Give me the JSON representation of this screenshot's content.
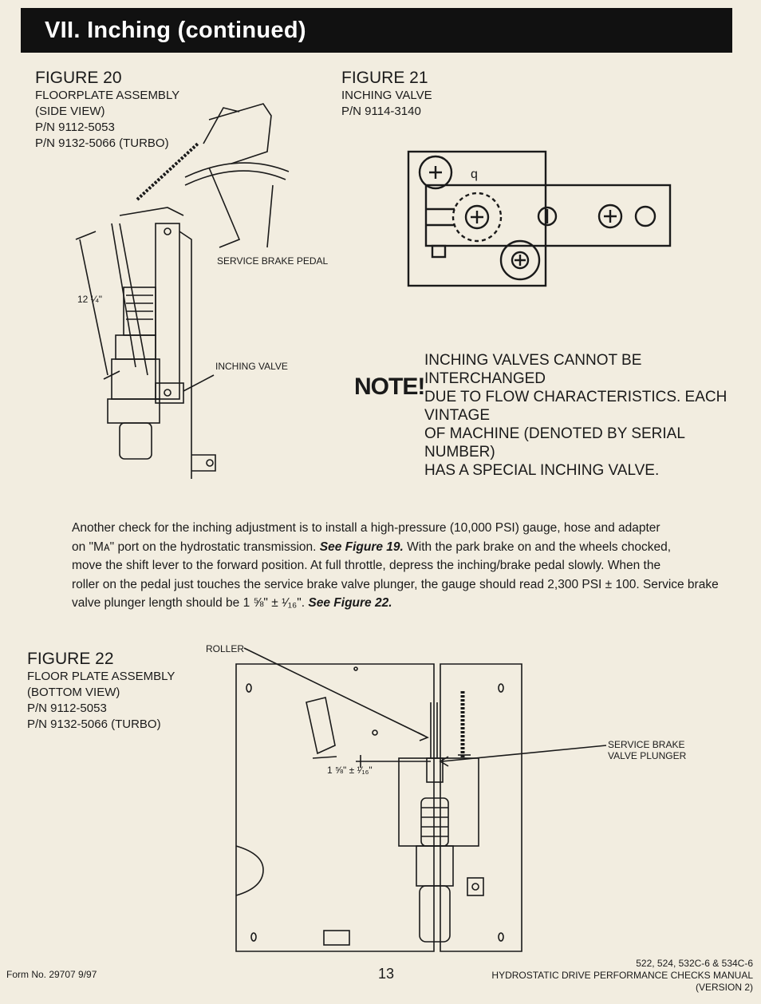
{
  "header": {
    "title": "VII. Inching (continued)"
  },
  "figure20": {
    "title": "FIGURE 20",
    "lines": [
      "FLOORPLATE ASSEMBLY",
      "(SIDE VIEW)",
      "P/N 9112-5053",
      "P/N 9132-5066 (TURBO)"
    ],
    "labels": {
      "pedal": "SERVICE BRAKE PEDAL",
      "valve": "INCHING VALVE",
      "dimension": "12 ¼\""
    }
  },
  "figure21": {
    "title": "FIGURE 21",
    "lines": [
      "INCHING VALVE",
      "P/N 9114-3140"
    ],
    "labels": {
      "q": "q"
    }
  },
  "note": {
    "label": "NOTE!",
    "lines": [
      "INCHING VALVES CANNOT BE INTERCHANGED",
      "DUE TO FLOW CHARACTERISTICS. EACH VINTAGE",
      "OF MACHINE (DENOTED BY SERIAL NUMBER)",
      "HAS A SPECIAL INCHING VALVE."
    ]
  },
  "paragraph": {
    "l1": "Another check for the inching adjustment is to install a high-pressure (10,000 PSI) gauge, hose and adapter",
    "l2a": "on \"Mᴀ\" port on the hydrostatic transmission. ",
    "l2ref": "See Figure 19.",
    "l2b": " With the park brake on and the wheels chocked,",
    "l3": "move the shift lever to the forward position. At full throttle, depress the inching/brake pedal slowly. When the",
    "l4": "roller on the pedal just touches the service brake valve plunger, the gauge should read 2,300 PSI ± 100. Service brake",
    "l5a": "valve plunger length should be 1 ⅝\" ± ¹⁄₁₆\". ",
    "l5ref": "See Figure 22."
  },
  "figure22": {
    "title": "FIGURE 22",
    "lines": [
      "FLOOR PLATE ASSEMBLY",
      "(BOTTOM VIEW)",
      "P/N 9112-5053",
      "P/N 9132-5066 (TURBO)"
    ],
    "labels": {
      "roller": "ROLLER",
      "plunger1": "SERVICE BRAKE",
      "plunger2": "VALVE PLUNGER",
      "dimension": "1 ⅝\" ± ¹⁄₁₆\""
    }
  },
  "footer": {
    "form": "Form No. 29707 9/97",
    "page": "13",
    "models": "522, 524, 532C-6 & 534C-6",
    "manual": "HYDROSTATIC DRIVE PERFORMANCE CHECKS MANUAL",
    "version": "(VERSION 2)"
  }
}
